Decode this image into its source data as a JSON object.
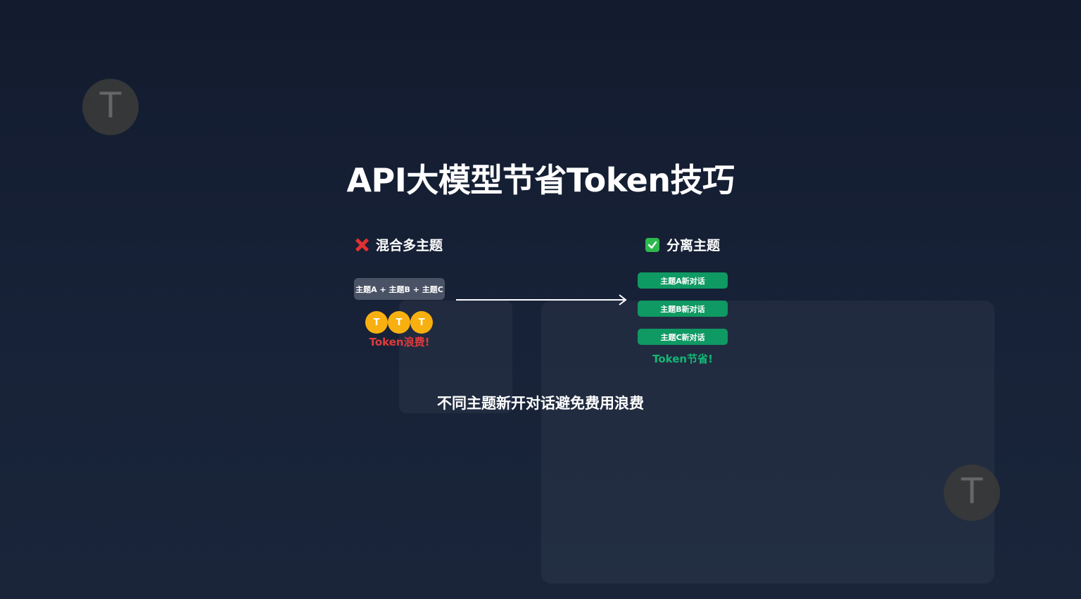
{
  "decor": {
    "badge_letter": "T"
  },
  "title": "API大模型节省Token技巧",
  "left_section": {
    "heading": "混合多主题",
    "icon": "cross-mark-icon",
    "mixed_label": "主题A + 主题B + 主题C",
    "coins": [
      "T",
      "T",
      "T"
    ],
    "result_text": "Token浪费!",
    "result_color": "#e03b3b"
  },
  "right_section": {
    "heading": "分离主题",
    "icon": "check-mark-icon",
    "topics": [
      "主题A新对话",
      "主题B新对话",
      "主题C新对话"
    ],
    "result_text": "Token节省!",
    "result_color": "#12b874"
  },
  "subtitle": "不同主题新开对话避免费用浪费",
  "colors": {
    "coin": "#f7b010",
    "topic_pill": "#0f9963",
    "mixed_pill": "#4a5366",
    "background": "#172238"
  }
}
